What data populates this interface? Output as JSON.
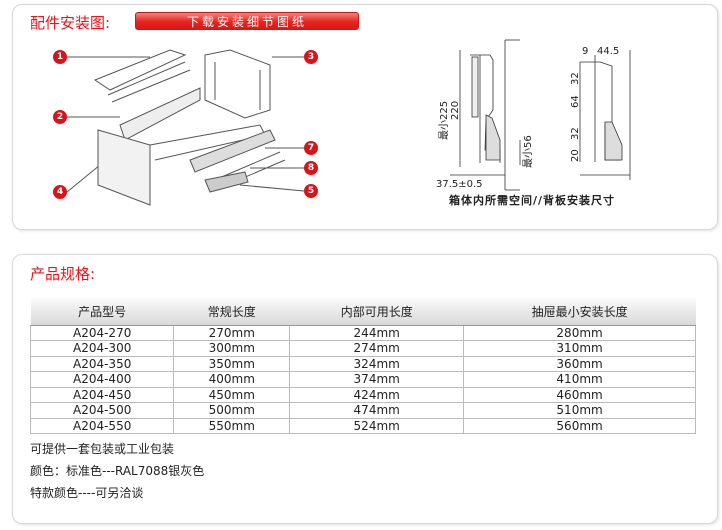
{
  "section1": {
    "title": "配件安装图:",
    "download_button": "下载安装细节图纸",
    "callouts": [
      "1",
      "2",
      "3",
      "4",
      "7",
      "8",
      "5"
    ],
    "diagram_caption": "箱体内所需空间//背板安装尺寸",
    "dims_left": [
      "最小225",
      "220",
      "最小56",
      "37.5±0.5"
    ],
    "dims_right": [
      "9",
      "44.5",
      "32",
      "64",
      "32",
      "20"
    ]
  },
  "section2": {
    "title": "产品规格:",
    "table": {
      "headers": [
        "产品型号",
        "常规长度",
        "内部可用长度",
        "抽屉最小安装长度"
      ],
      "rows": [
        [
          "A204-270",
          "270mm",
          "244mm",
          "280mm"
        ],
        [
          "A204-300",
          "300mm",
          "274mm",
          "310mm"
        ],
        [
          "A204-350",
          "350mm",
          "324mm",
          "360mm"
        ],
        [
          "A204-400",
          "400mm",
          "374mm",
          "410mm"
        ],
        [
          "A204-450",
          "450mm",
          "424mm",
          "460mm"
        ],
        [
          "A204-500",
          "500mm",
          "474mm",
          "510mm"
        ],
        [
          "A204-550",
          "550mm",
          "524mm",
          "560mm"
        ]
      ]
    },
    "notes": [
      "可提供一套包装或工业包装",
      "颜色：标准色---RAL7088银灰色",
      "特款颜色----可另洽谈"
    ]
  }
}
